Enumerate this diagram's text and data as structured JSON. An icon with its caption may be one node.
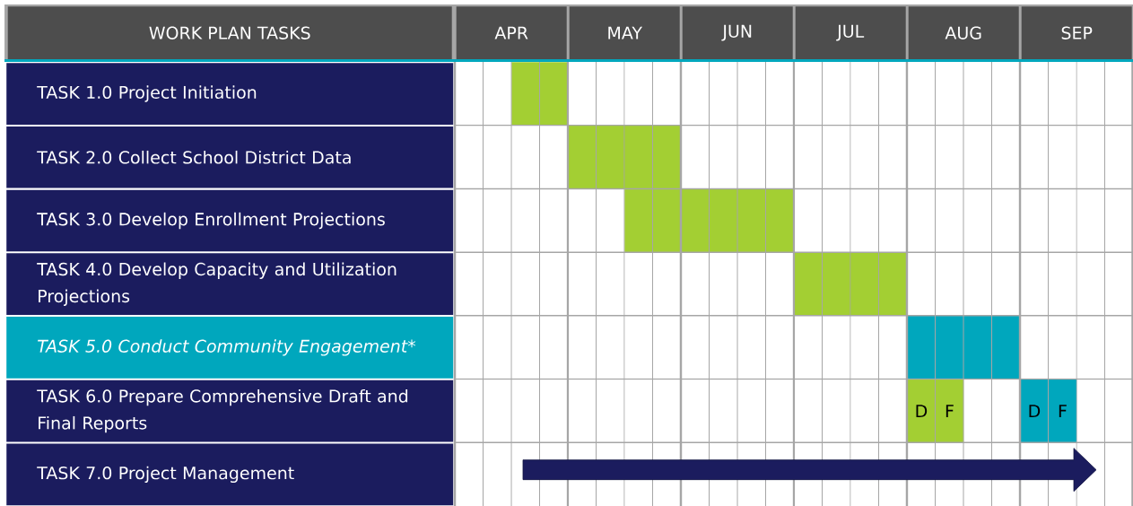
{
  "diagram": {
    "nodes": [
      {
        "text": [
          "WORK PLAN TASKS"
        ]
      },
      {
        "text": [
          "APR"
        ]
      },
      {
        "text": [
          "MAY"
        ]
      },
      {
        "text": [
          "JUN"
        ]
      },
      {
        "text": [
          "JUL"
        ]
      },
      {
        "text": [
          "AUG"
        ]
      },
      {
        "text": [
          "SEP"
        ]
      },
      {
        "text": [
          "TASK 1.0 Project Initiation"
        ]
      },
      {
        "text": [
          "TASK 2.0 Collect School District Data"
        ]
      },
      {
        "text": [
          "TASK 3.0 Develop Enrollment Projections"
        ]
      },
      {
        "text": [
          "TASK 4.0 Develop Capacity and Utilization Projections"
        ]
      },
      {
        "text": [
          "TASK 5.0 Conduct Community Engagement*"
        ]
      },
      {
        "text": [
          "TASK 6.0 Prepare Comprehensive Draft and Final Reports"
        ]
      },
      {
        "text": [
          "TASK 7.0 Project Management"
        ]
      },
      {
        "text": [],
        "shape": "bar"
      },
      {
        "text": [],
        "shape": "bar"
      },
      {
        "text": [],
        "shape": "bar"
      },
      {
        "text": [],
        "shape": "bar"
      },
      {
        "text": [],
        "shape": "bar"
      },
      {
        "text": [
          "D"
        ]
      },
      {
        "text": [
          "F"
        ]
      },
      {
        "text": [
          "D"
        ]
      },
      {
        "text": [
          "F"
        ]
      },
      {
        "text": [],
        "shape": "arrow"
      }
    ]
  }
}
